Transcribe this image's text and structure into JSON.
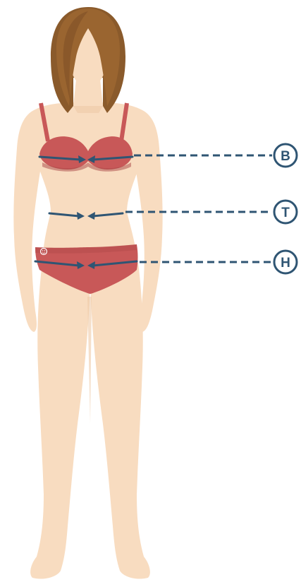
{
  "colors": {
    "skin": "#f8dcc0",
    "skin_shade": "#efc9a6",
    "hair": "#9a6530",
    "hair_dark": "#6e4420",
    "garment": "#c85858",
    "garment_dark": "#a84444",
    "guide": "#2f5573",
    "background": "#ffffff"
  },
  "measurements": [
    {
      "key": "bust",
      "label": "B"
    },
    {
      "key": "waist",
      "label": "T"
    },
    {
      "key": "hips",
      "label": "H"
    }
  ],
  "brief_logo_icon": "smiley-icon"
}
